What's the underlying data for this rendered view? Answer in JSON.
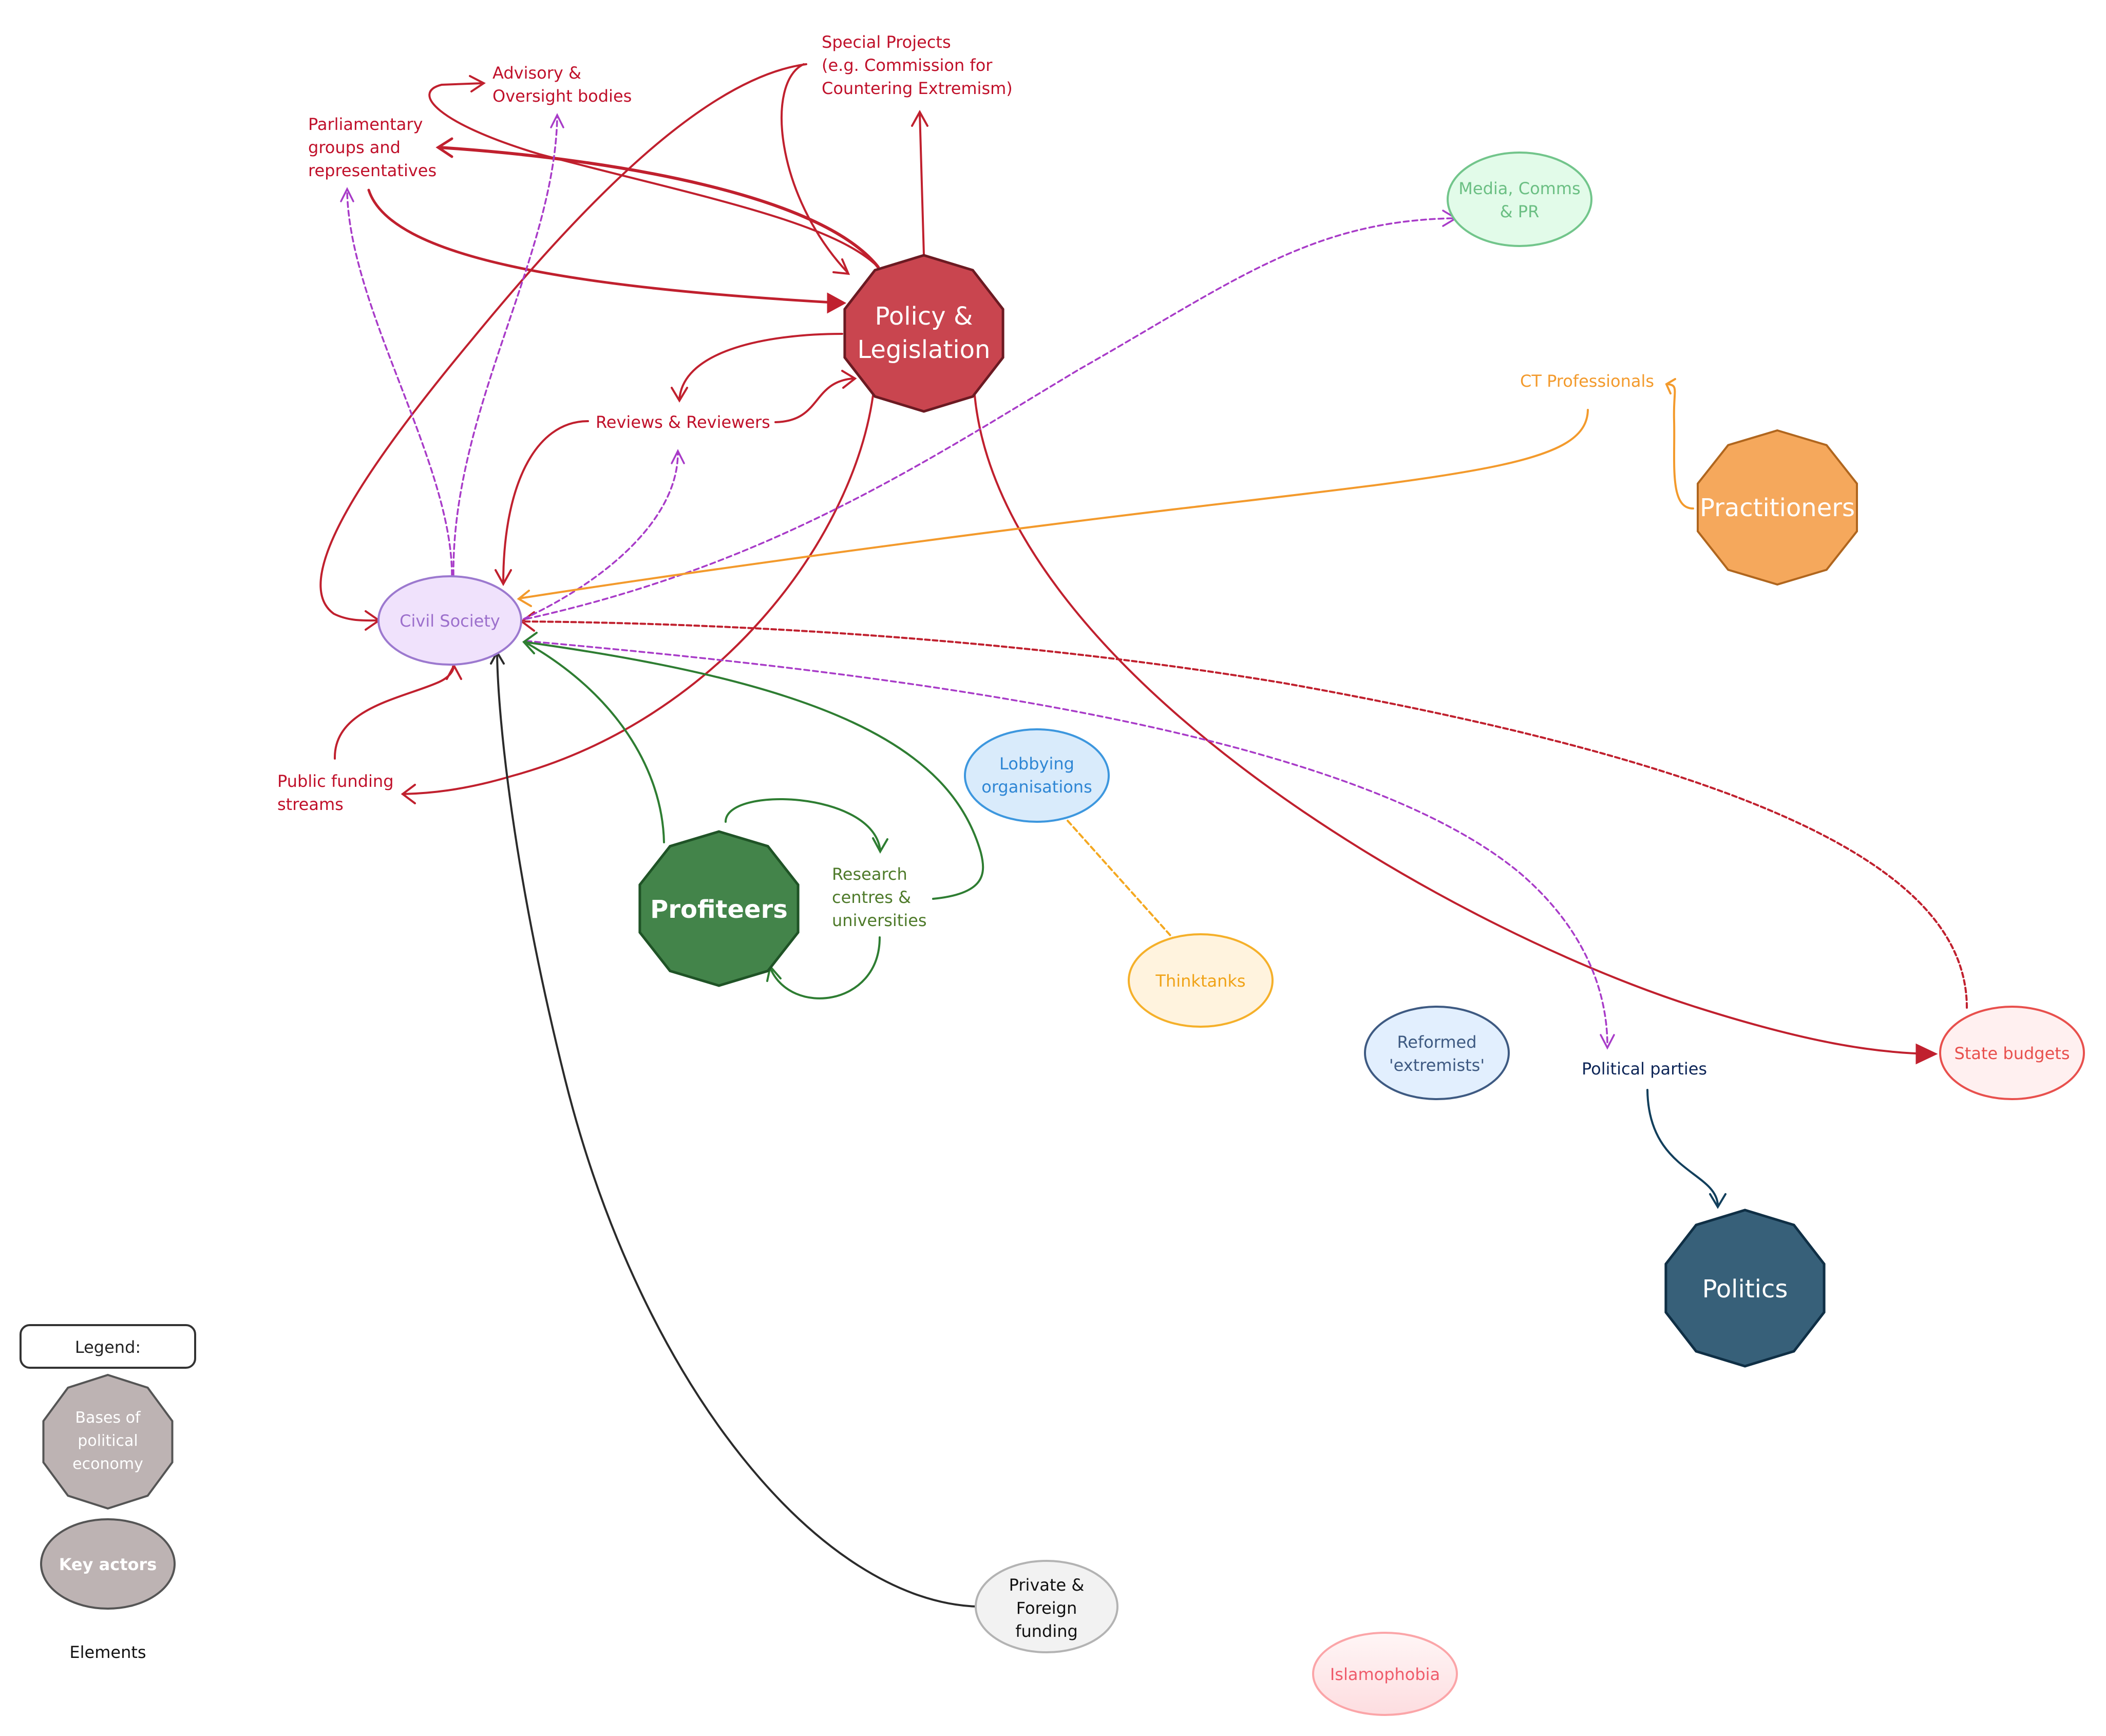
{
  "title": "Political economy of counter-extremism",
  "colors": {
    "policy": "#c9454f",
    "policy_edge": "#6b1a22",
    "red_link": "#c0202e",
    "red_text": "#c0102a",
    "purple_link": "#a83bc8",
    "orange_link": "#f39a2c",
    "green_link": "#2e7d32",
    "practitioners": "#f5a85c",
    "profiteers": "#43844a",
    "politics": "#376079",
    "legend_fill": "#bdb3b3"
  },
  "bases": {
    "policy": "Policy & Legislation",
    "policy_lines": [
      "Policy &",
      "Legislation"
    ],
    "practitioners": "Practitioners",
    "profiteers": "Profiteers",
    "politics": "Politics"
  },
  "actors": {
    "civil_society": "Civil Society",
    "media_lines": [
      "Media, Comms",
      "& PR"
    ],
    "lobbying_lines": [
      "Lobbying",
      "organisations"
    ],
    "thinktanks": "Thinktanks",
    "reformed_lines": [
      "Reformed",
      "'extremists'"
    ],
    "state_budgets": "State budgets",
    "private_lines": [
      "Private &",
      "Foreign",
      "funding"
    ],
    "islamophobia": "Islamophobia"
  },
  "elements": {
    "special_projects_lines": [
      "Special Projects",
      "(e.g. Commission for",
      "Countering Extremism)"
    ],
    "advisory_lines": [
      "Advisory &",
      "Oversight bodies"
    ],
    "parliamentary_lines": [
      "Parliamentary",
      "groups and",
      "representatives"
    ],
    "reviews": "Reviews & Reviewers",
    "public_funding_lines": [
      "Public funding",
      "streams"
    ],
    "ct_professionals": "CT Professionals",
    "research_lines": [
      "Research",
      "centres &",
      "universities"
    ],
    "political_parties": "Political parties"
  },
  "legend": {
    "title": "Legend:",
    "bases_lines": [
      "Bases of",
      "political",
      "economy"
    ],
    "key_actors": "Key actors",
    "elements": "Elements"
  }
}
